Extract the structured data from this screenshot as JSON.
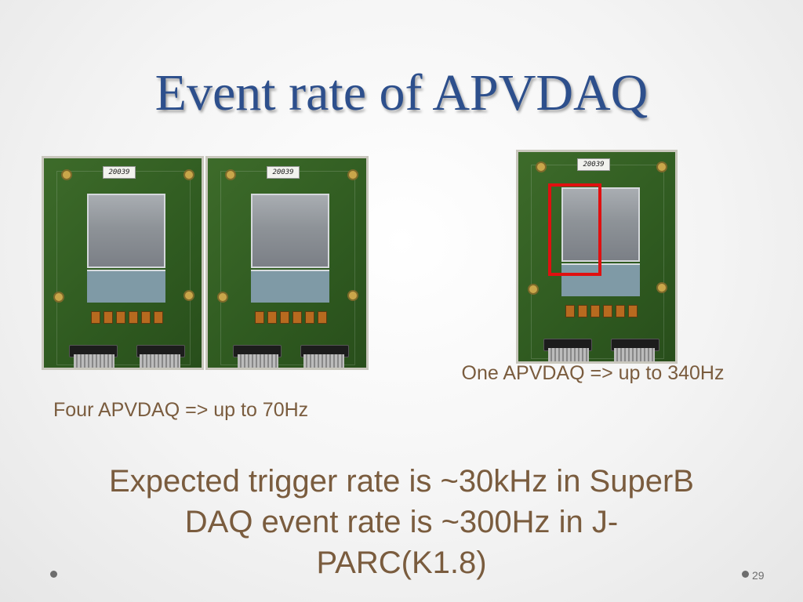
{
  "slide": {
    "title": "Event rate of APVDAQ",
    "caption_left": "Four APVDAQ => up to 70Hz",
    "caption_right": "One APVDAQ => up to 340Hz",
    "main_lines": [
      "Expected trigger rate is ~30kHz in SuperB",
      "DAQ event rate is ~300Hz in J-PARC(K1.8)"
    ],
    "page_number": "29"
  },
  "photos": [
    {
      "label": "20039"
    },
    {
      "label": "20039"
    },
    {
      "label": "20039"
    }
  ],
  "colors": {
    "title": "#2d4f8c",
    "body_text": "#7a5c3e",
    "highlight": "#e01010"
  }
}
